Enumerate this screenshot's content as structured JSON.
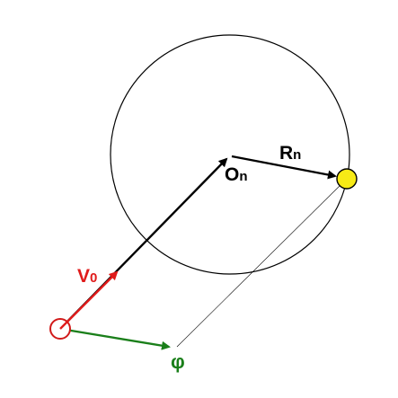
{
  "labels": {
    "v0_main": "V",
    "v0_sub": "0",
    "on_main": "O",
    "on_sub": "n",
    "rn_main": "R",
    "rn_sub": "n",
    "phi": "φ"
  },
  "colors": {
    "background": "#ffffff",
    "circle": "#000000",
    "vector_on": "#000000",
    "vector_rn": "#000000",
    "vector_v0": "#e01b1b",
    "vector_phi": "#1a7f1a",
    "origin_ring": "#d11a1a",
    "point_fill": "#f7ea16",
    "point_stroke": "#000000",
    "guide_line": "#000000"
  }
}
